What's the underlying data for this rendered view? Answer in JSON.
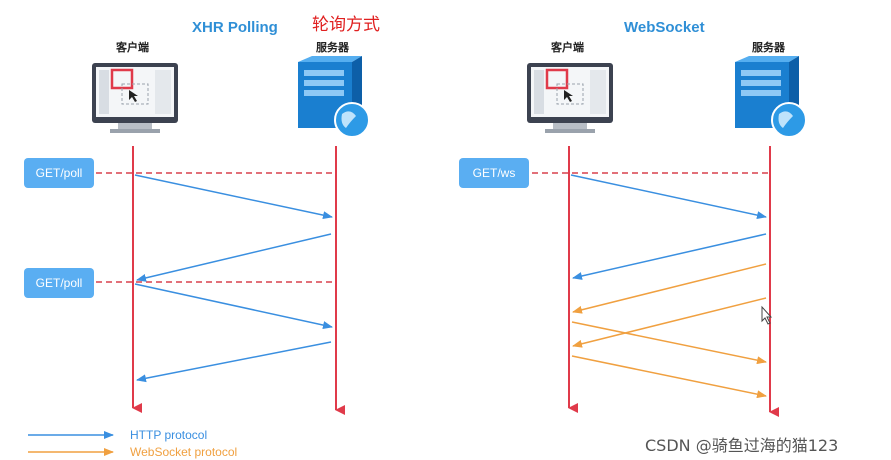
{
  "left_panel": {
    "title": "XHR Polling",
    "client_label": "客户端",
    "server_label": "服务器",
    "requests": [
      "GET/poll",
      "GET/poll"
    ]
  },
  "annotation": "轮询方式",
  "right_panel": {
    "title": "WebSocket",
    "client_label": "客户端",
    "server_label": "服务器",
    "request": "GET/ws"
  },
  "legend": {
    "http": "HTTP protocol",
    "websocket": "WebSocket protocol"
  },
  "watermark": "CSDN @骑鱼过海的猫123",
  "colors": {
    "http": "#3a8fe0",
    "websocket": "#f0a040",
    "lifeline": "#e03a4a",
    "request_box": "#5aaef2",
    "title": "#2f8fd6"
  }
}
